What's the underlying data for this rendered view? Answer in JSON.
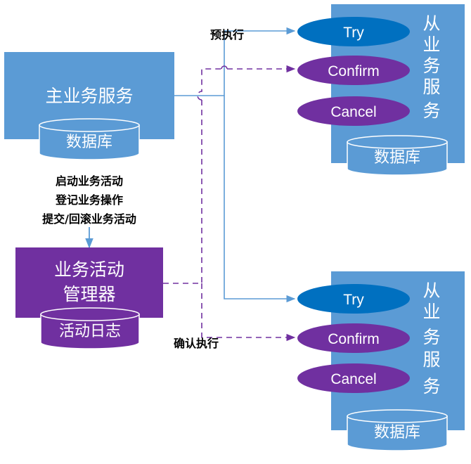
{
  "main_service": {
    "title": "主业务服务",
    "database": "数据库"
  },
  "edge_labels": {
    "steps": [
      "启动业务活动",
      "登记业务操作",
      "提交/回滚业务活动"
    ],
    "pre_execute": "预执行",
    "confirm_execute": "确认执行"
  },
  "activity_manager": {
    "title_line1": "业务活动",
    "title_line2": "管理器",
    "log": "活动日志"
  },
  "slave_services": [
    {
      "title_chars": [
        "从",
        "业",
        "务",
        "服",
        "务"
      ],
      "database": "数据库",
      "ops": {
        "try": "Try",
        "confirm": "Confirm",
        "cancel": "Cancel"
      }
    },
    {
      "title_chars": [
        "从",
        "业",
        "务",
        "服",
        "务"
      ],
      "database": "数据库",
      "ops": {
        "try": "Try",
        "confirm": "Confirm",
        "cancel": "Cancel"
      }
    }
  ],
  "colors": {
    "service_blue": "#5B9BD5",
    "service_blue_border": "#6FA6DA",
    "purple": "#7030A0",
    "try_blue": "#0070C0",
    "arrow_blue": "#5B9BD5",
    "dashed_purple": "#7030A0"
  }
}
